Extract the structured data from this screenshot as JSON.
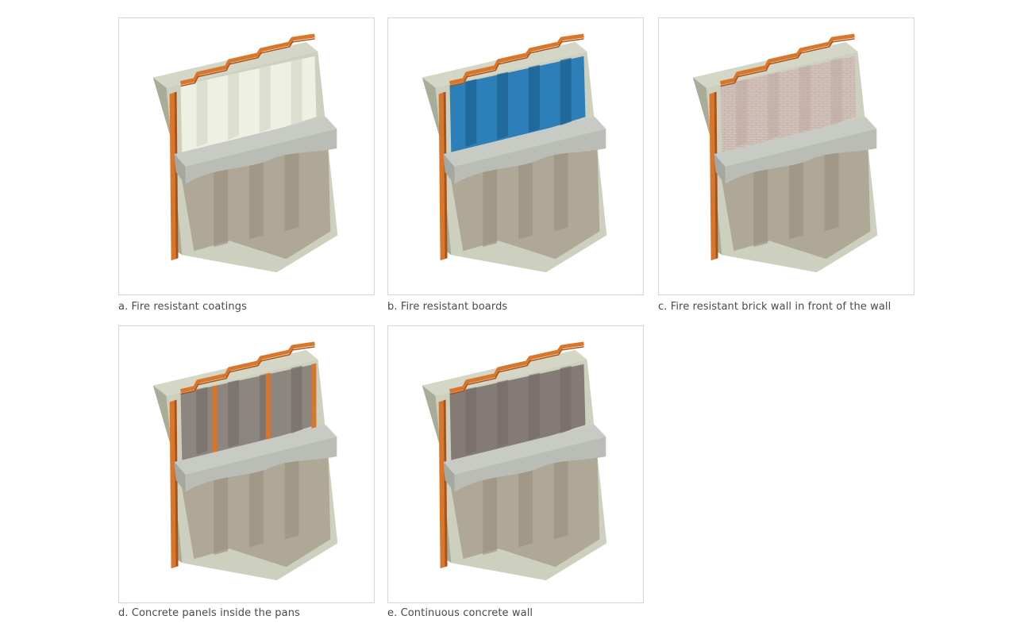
{
  "figures": [
    {
      "id": "a",
      "variant": "coating",
      "caption": "a.  Fire resistant coatings"
    },
    {
      "id": "b",
      "variant": "boards",
      "caption": "b.  Fire resistant boards"
    },
    {
      "id": "c",
      "variant": "brick",
      "caption": "c.  Fire resistant brick wall in front of the wall"
    },
    {
      "id": "d",
      "variant": "panels",
      "caption": "d.  Concrete panels inside the pans"
    },
    {
      "id": "e",
      "variant": "continuous",
      "caption": "e.  Continuous concrete wall"
    }
  ],
  "colors": {
    "soil": "#c8cbb8",
    "soil_dark": "#a9ad98",
    "soil_top": "#d4d6c6",
    "steel": "#d9762a",
    "steel_dark": "#a9531a",
    "slab": "#b9bdb6",
    "slab_top": "#c7cbc4",
    "coating": "#eef0e4",
    "coating_shade": "#d5d9c8",
    "board": "#2c7fb8",
    "board_dark": "#1d5f8f",
    "brick": "#d2c2bb",
    "brick_line": "#bda79e",
    "concrete_panel": "#8d8580",
    "concrete_wall": "#847b77",
    "lower_wall": "#a59b8a"
  }
}
